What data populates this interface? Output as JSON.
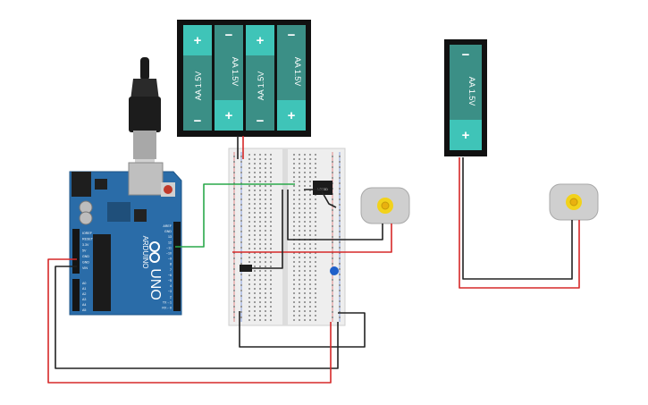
{
  "battery_pack": {
    "cells": [
      {
        "label": "AA 1.5V",
        "top_sign": "+",
        "bottom_sign": "−"
      },
      {
        "label": "AA 1.5V",
        "top_sign": "−",
        "bottom_sign": "+"
      },
      {
        "label": "AA 1.5V",
        "top_sign": "+",
        "bottom_sign": "−"
      },
      {
        "label": "AA 1.5V",
        "top_sign": "−",
        "bottom_sign": "+"
      }
    ]
  },
  "single_battery": {
    "label": "AA 1.5V",
    "top_sign": "−",
    "bottom_sign": "+"
  },
  "arduino": {
    "brand": "ARDUINO",
    "model": "UNO",
    "analog_header": [
      "A0",
      "A1",
      "A2",
      "A3",
      "A4",
      "A5"
    ],
    "power_header": [
      "IOREF",
      "RESET",
      "3.3V",
      "5V",
      "GND",
      "GND",
      "VIN"
    ],
    "digital_header": [
      "AREF",
      "GND",
      "13",
      "12",
      "~11",
      "~10",
      "~9",
      "8",
      "7",
      "~6",
      "~5",
      "4",
      "~3",
      "2",
      "TX→1",
      "RX←0"
    ]
  },
  "chip_label": "L293D",
  "colors": {
    "battery_body": "#3b8f86",
    "battery_terminal": "#3fc4b8",
    "battery_case": "#111111",
    "arduino_board": "#2a6ca8",
    "breadboard": "#eeeeee",
    "wire_red": "#d62828",
    "wire_black": "#222222",
    "wire_green": "#2aa84a",
    "motor_body": "#cfcfcf",
    "motor_shaft": "#f2d21b"
  }
}
